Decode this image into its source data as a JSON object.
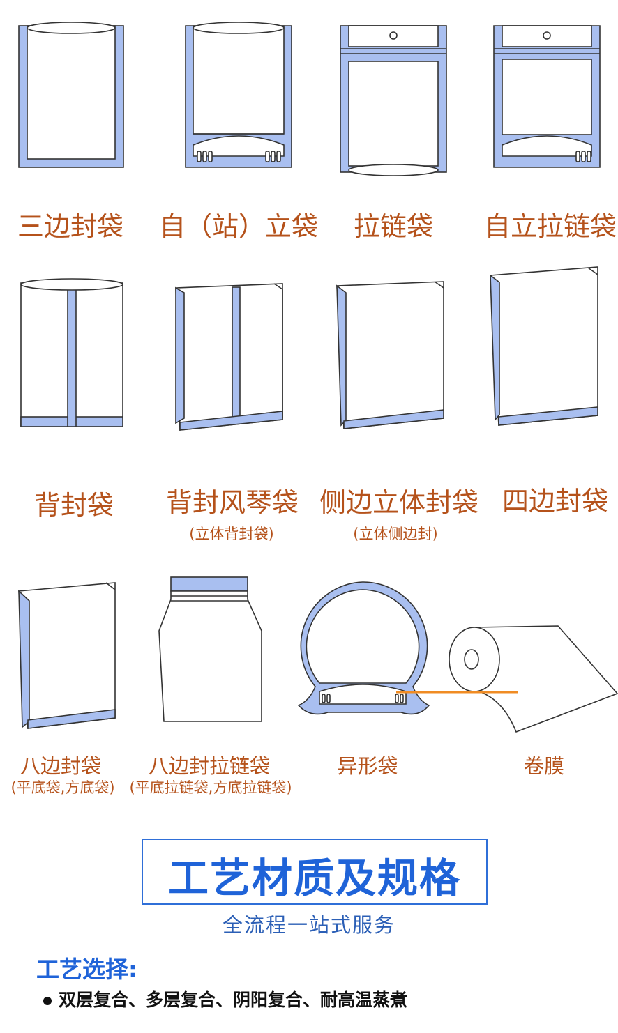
{
  "colors": {
    "label": "#b5521b",
    "seal": "#a9bff0",
    "outline": "#333333",
    "accent_blue": "#1f63d8"
  },
  "row1": [
    {
      "name": "三边封袋"
    },
    {
      "name": "自（站）立袋"
    },
    {
      "name": "拉链袋"
    },
    {
      "name": "自立拉链袋"
    }
  ],
  "row2": [
    {
      "name": "背封袋",
      "sub": ""
    },
    {
      "name": "背封风琴袋",
      "sub": "(立体背封袋)"
    },
    {
      "name": "侧边立体封袋",
      "sub": "(立体侧边封)"
    },
    {
      "name": "四边封袋",
      "sub": ""
    }
  ],
  "row3": [
    {
      "name": "八边封袋",
      "sub": "(平底袋,方底袋)"
    },
    {
      "name": "八边封拉链袋",
      "sub": "(平底拉链袋,方底拉链袋)"
    },
    {
      "name": "异形袋",
      "sub": ""
    },
    {
      "name": "卷膜",
      "sub": ""
    }
  ],
  "section": {
    "title": "工艺材质及规格",
    "subtitle": "全流程一站式服务"
  },
  "craft": {
    "heading": "工艺选择:",
    "item": "双层复合、多层复合、阴阳复合、耐高温蒸煮"
  }
}
